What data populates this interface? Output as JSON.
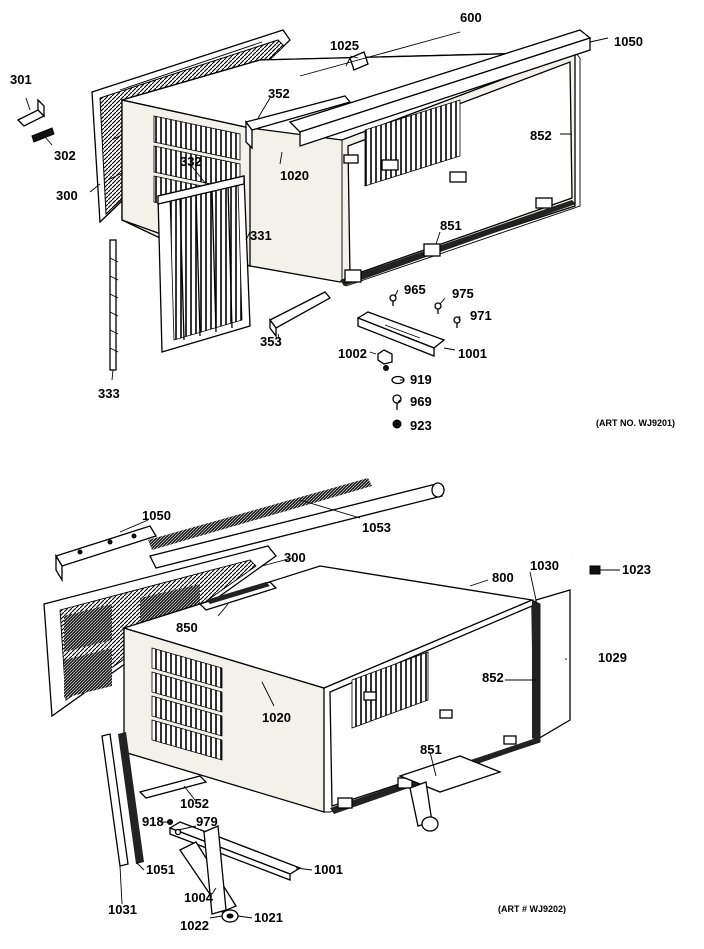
{
  "diagram": {
    "top": {
      "art_no": "(ART NO. WJ9201)",
      "labels": {
        "l600": "600",
        "l1050": "1050",
        "l1025": "1025",
        "l301": "301",
        "l302": "302",
        "l300": "300",
        "l352": "352",
        "l332": "332",
        "l852": "852",
        "l1020": "1020",
        "l331": "331",
        "l851": "851",
        "l965": "965",
        "l975": "975",
        "l971": "971",
        "l353": "353",
        "l1002": "1002",
        "l1001": "1001",
        "l919": "919",
        "l969": "969",
        "l923": "923",
        "l333": "333"
      }
    },
    "bottom": {
      "art_no": "(ART # WJ9202)",
      "labels": {
        "l1050": "1050",
        "l1053": "1053",
        "l300": "300",
        "l800": "800",
        "l1030": "1030",
        "l1023": "1023",
        "l850": "850",
        "l1029": "1029",
        "l852": "852",
        "l1020": "1020",
        "l851": "851",
        "l1052": "1052",
        "l918": "918",
        "l979": "979",
        "l1001": "1001",
        "l1051": "1051",
        "l1004": "1004",
        "l1031": "1031",
        "l1022": "1022",
        "l1021": "1021"
      }
    }
  }
}
